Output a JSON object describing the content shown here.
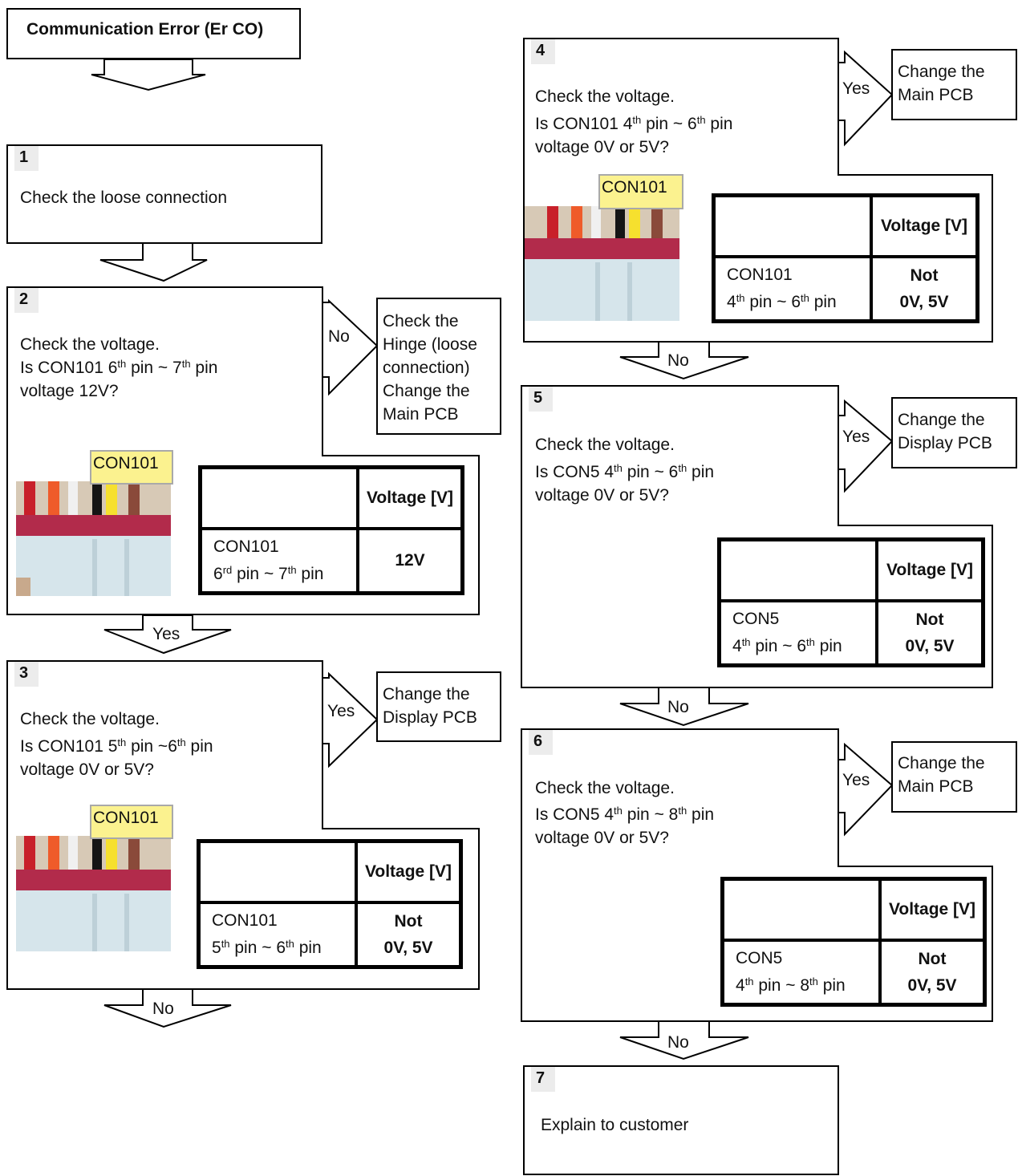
{
  "title": "Communication Error (Er CO)",
  "steps": {
    "s1": {
      "num": "1",
      "text": "Check the loose connection"
    },
    "s2": {
      "num": "2",
      "l1": "Check the voltage.",
      "l2a": "Is CON101  6",
      "l2b": "th",
      "l2c": " pin ~ 7",
      "l2d": "th",
      "l2e": " pin",
      "l3": "voltage 12V?",
      "connector": "CON101",
      "table_header": "Voltage [V]",
      "row_a": "CON101",
      "row_b1": "6",
      "row_b2": "rd",
      "row_b3": " pin ~ 7",
      "row_b4": "th",
      "row_b5": " pin",
      "value": "12V",
      "branch": "No",
      "side": [
        "Check the",
        "Hinge (loose",
        "connection)",
        "Change the",
        "Main PCB"
      ]
    },
    "s3": {
      "num": "3",
      "l1": "Check the voltage.",
      "l2a": "Is CON101  5",
      "l2b": "th",
      "l2c": " pin ~6",
      "l2d": "th",
      "l2e": " pin",
      "l3": "voltage 0V or 5V?",
      "connector": "CON101",
      "table_header": "Voltage [V]",
      "row_a": "CON101",
      "row_b1": "5",
      "row_b2": "th",
      "row_b3": " pin ~ 6",
      "row_b4": "th",
      "row_b5": " pin",
      "value1": "Not",
      "value2": "0V, 5V",
      "branch": "Yes",
      "side": [
        "Change the",
        "Display PCB"
      ]
    },
    "s4": {
      "num": "4",
      "l1": "Check the voltage.",
      "l2a": "Is CON101  4",
      "l2b": "th",
      "l2c": " pin ~ 6",
      "l2d": "th",
      "l2e": " pin",
      "l3": "voltage 0V or 5V?",
      "connector": "CON101",
      "table_header": "Voltage [V]",
      "row_a": "CON101",
      "row_b1": "4",
      "row_b2": "th",
      "row_b3": " pin ~ 6",
      "row_b4": "th",
      "row_b5": " pin",
      "value1": "Not",
      "value2": "0V, 5V",
      "branch": "Yes",
      "side": [
        "Change the",
        "Main PCB"
      ]
    },
    "s5": {
      "num": "5",
      "l1": "Check the voltage.",
      "l2a": "Is CON5  4",
      "l2b": "th",
      "l2c": " pin ~ 6",
      "l2d": "th",
      "l2e": " pin",
      "l3": "voltage 0V or 5V?",
      "table_header": "Voltage [V]",
      "row_a": "CON5",
      "row_b1": "4",
      "row_b2": "th",
      "row_b3": " pin ~ 6",
      "row_b4": "th",
      "row_b5": " pin",
      "value1": "Not",
      "value2": "0V, 5V",
      "branch": "Yes",
      "side": [
        "Change the",
        "Display PCB"
      ]
    },
    "s6": {
      "num": "6",
      "l1": "Check the voltage.",
      "l2a": "Is CON5  4",
      "l2b": "th",
      "l2c": " pin ~ 8",
      "l2d": "th",
      "l2e": " pin",
      "l3": "voltage 0V or 5V?",
      "table_header": "Voltage [V]",
      "row_a": "CON5",
      "row_b1": "4",
      "row_b2": "th",
      "row_b3": " pin ~ 8",
      "row_b4": "th",
      "row_b5": " pin",
      "value1": "Not",
      "value2": "0V, 5V",
      "branch": "Yes",
      "side": [
        "Change the",
        "Main PCB"
      ]
    },
    "s7": {
      "num": "7",
      "text": "Explain to customer"
    }
  },
  "flow_labels": {
    "a2_3": "Yes",
    "a3_out": "No",
    "a4_5": "No",
    "a5_6": "No",
    "a6_7": "No"
  }
}
